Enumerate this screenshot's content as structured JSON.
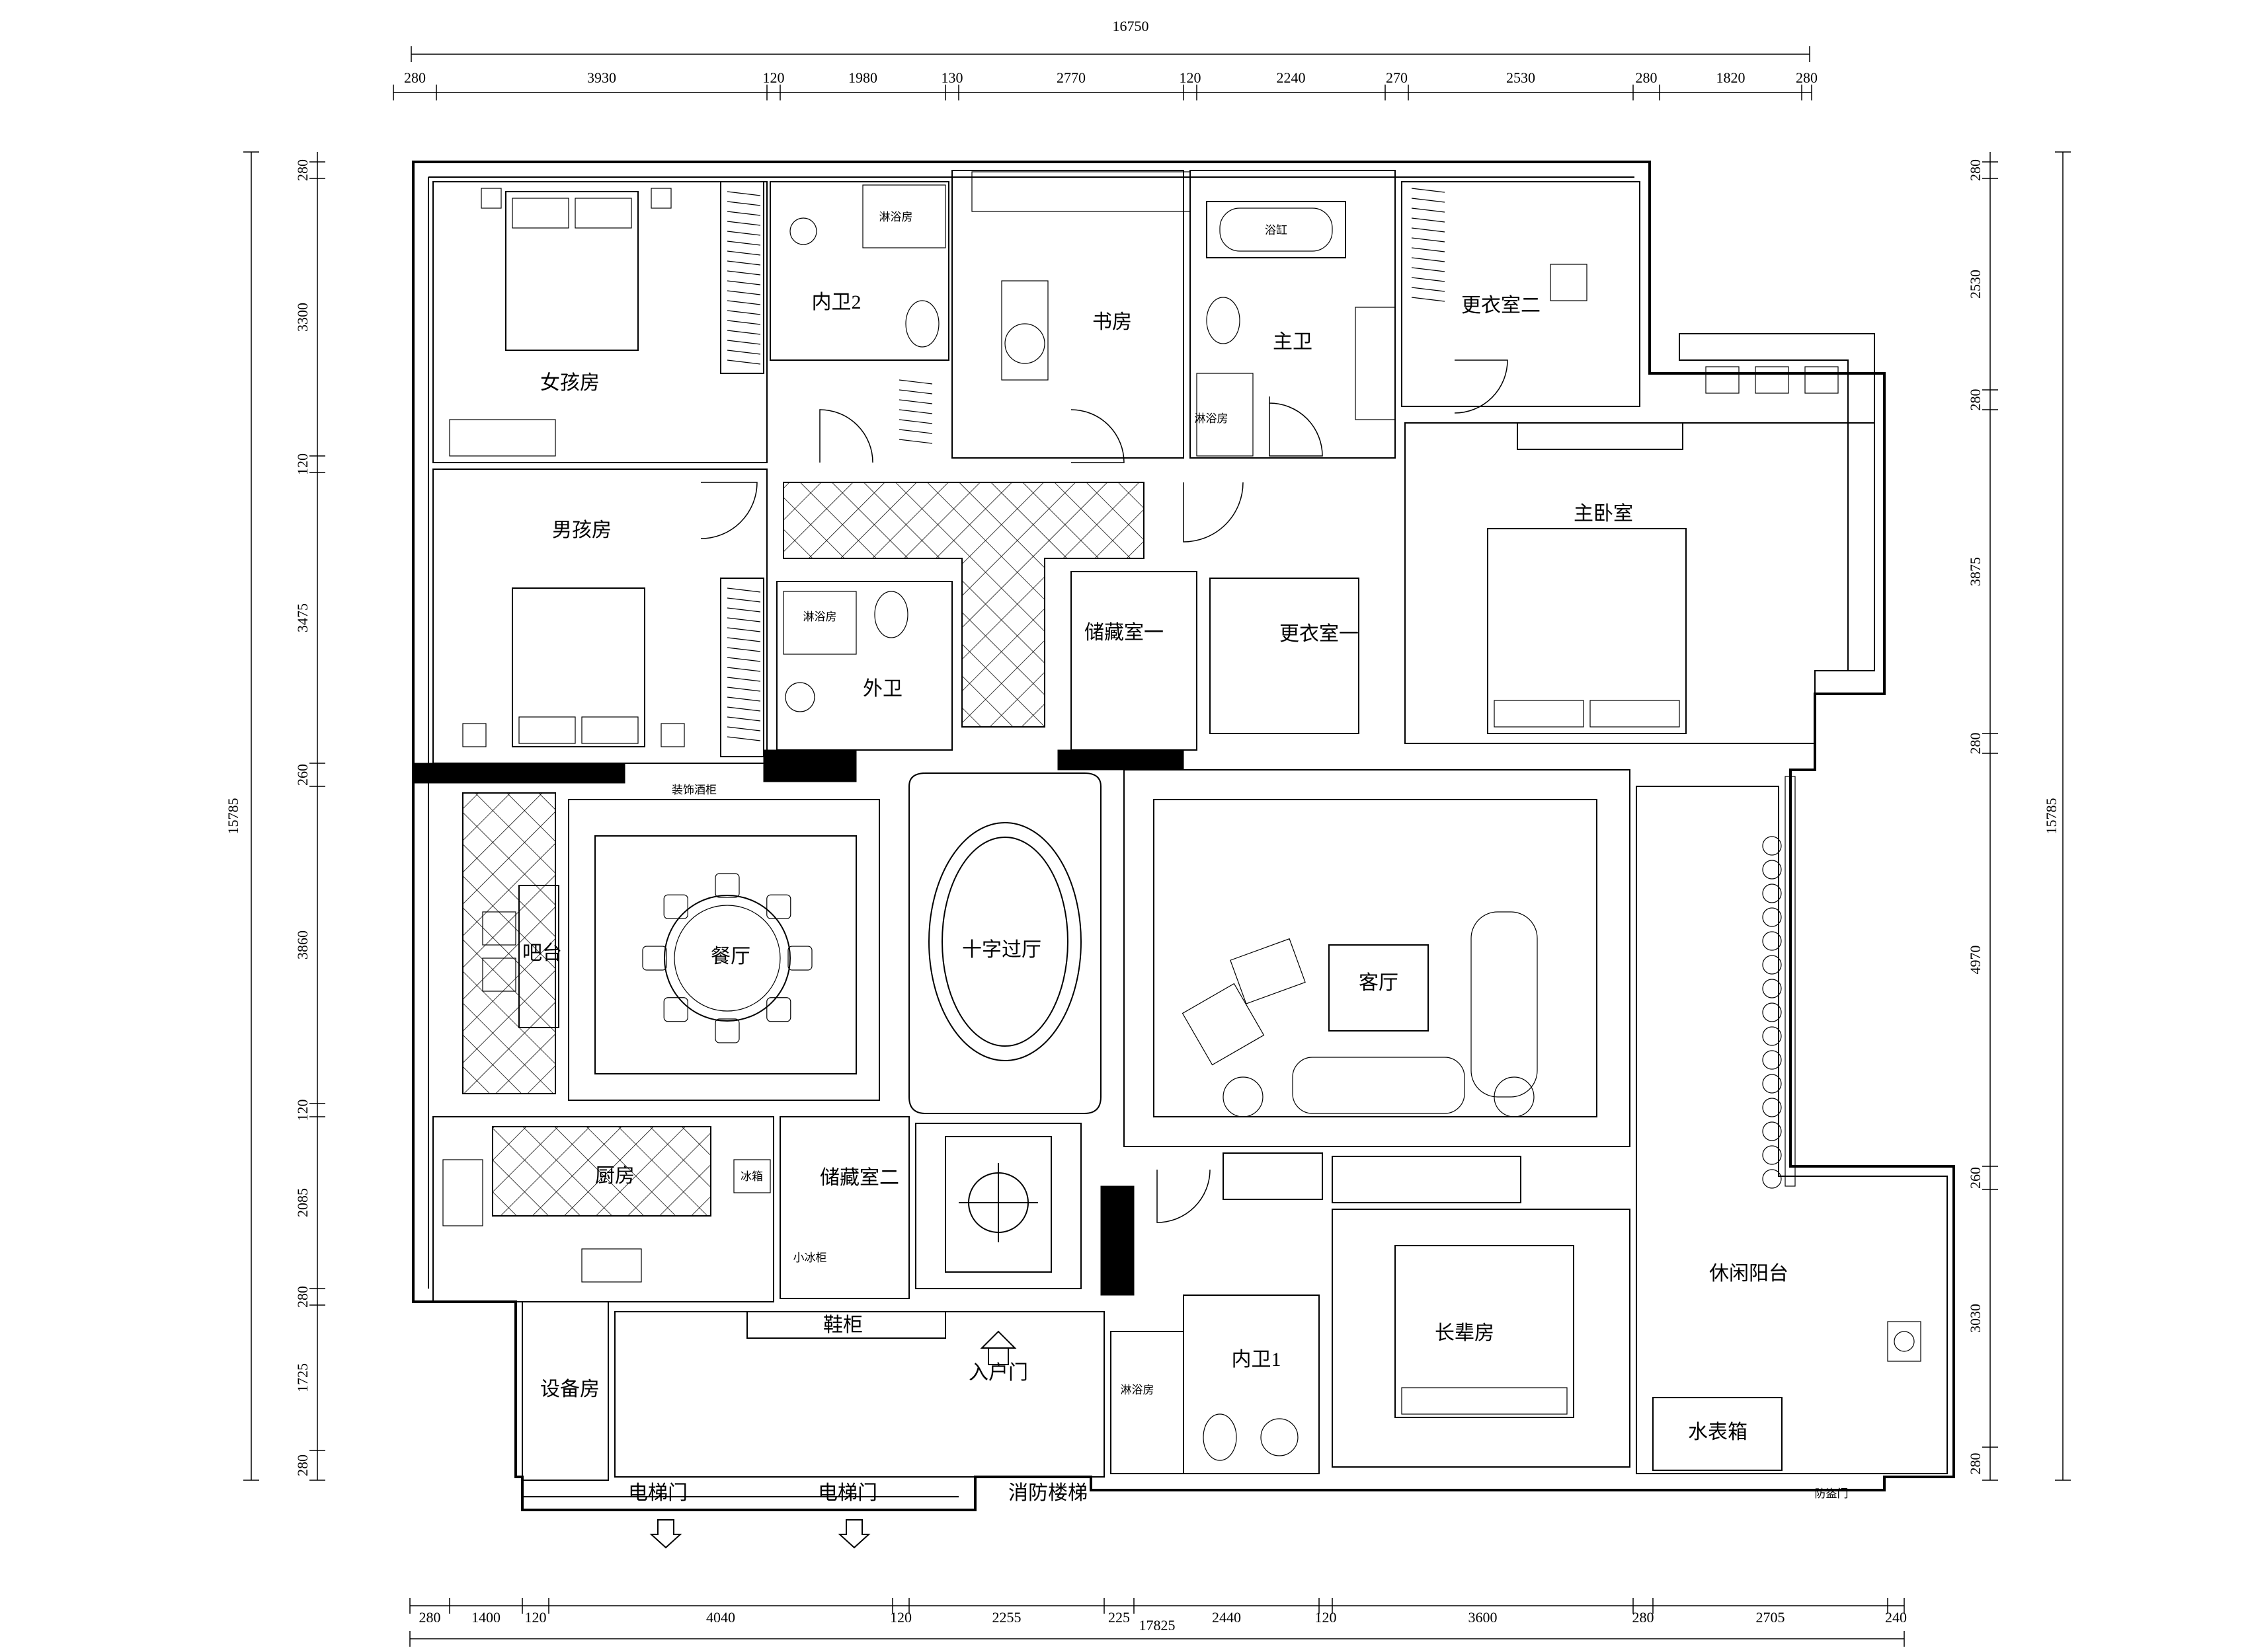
{
  "rooms": {
    "girls_room": "女孩房",
    "inner_bath_2": "内卫2",
    "study": "书房",
    "master_bath": "主卫",
    "dressing_2": "更衣室二",
    "boys_room": "男孩房",
    "master_bedroom": "主卧室",
    "storage_1": "储藏室一",
    "dressing_1": "更衣室一",
    "outer_bath": "外卫",
    "bar": "吧台",
    "dining": "餐厅",
    "hallway": "十字过厅",
    "living": "客厅",
    "kitchen": "厨房",
    "storage_2": "储藏室二",
    "elder_room": "长辈房",
    "inner_bath_1": "内卫1",
    "leisure_balcony": "休闲阳台",
    "equipment_room": "设备房",
    "entrance": "入户门",
    "water_meter": "水表箱",
    "elevator_1": "电梯门",
    "elevator_2": "电梯门",
    "fire_stairs": "消防楼梯"
  },
  "fixtures": {
    "shower_1": "淋浴房",
    "shower_2": "淋浴房",
    "shower_3": "淋浴房",
    "shower_4": "淋浴房",
    "bathtub": "浴缸",
    "wine_cabinet": "装饰酒柜",
    "fridge": "冰箱",
    "small_fridge": "小冰柜",
    "shoe_cabinet": "鞋柜",
    "fire_door": "防盗门"
  },
  "dimensions": {
    "top_total": "16750",
    "top": [
      "280",
      "3930",
      "120",
      "1980",
      "130",
      "2770",
      "120",
      "2240",
      "270",
      "2530",
      "280",
      "1820",
      "280"
    ],
    "bottom_total": "17825",
    "bottom": [
      "280",
      "1400",
      "120",
      "4040",
      "120",
      "2255",
      "225",
      "2440",
      "120",
      "3600",
      "280",
      "2705",
      "240"
    ],
    "left_total": "15785",
    "left": [
      "280",
      "3300",
      "120",
      "3475",
      "260",
      "3860",
      "120",
      "2085",
      "280",
      "1725",
      "280"
    ],
    "right_total": "15785",
    "right": [
      "280",
      "2530",
      "280",
      "3875",
      "280",
      "4970",
      "260",
      "3030",
      "280"
    ]
  }
}
